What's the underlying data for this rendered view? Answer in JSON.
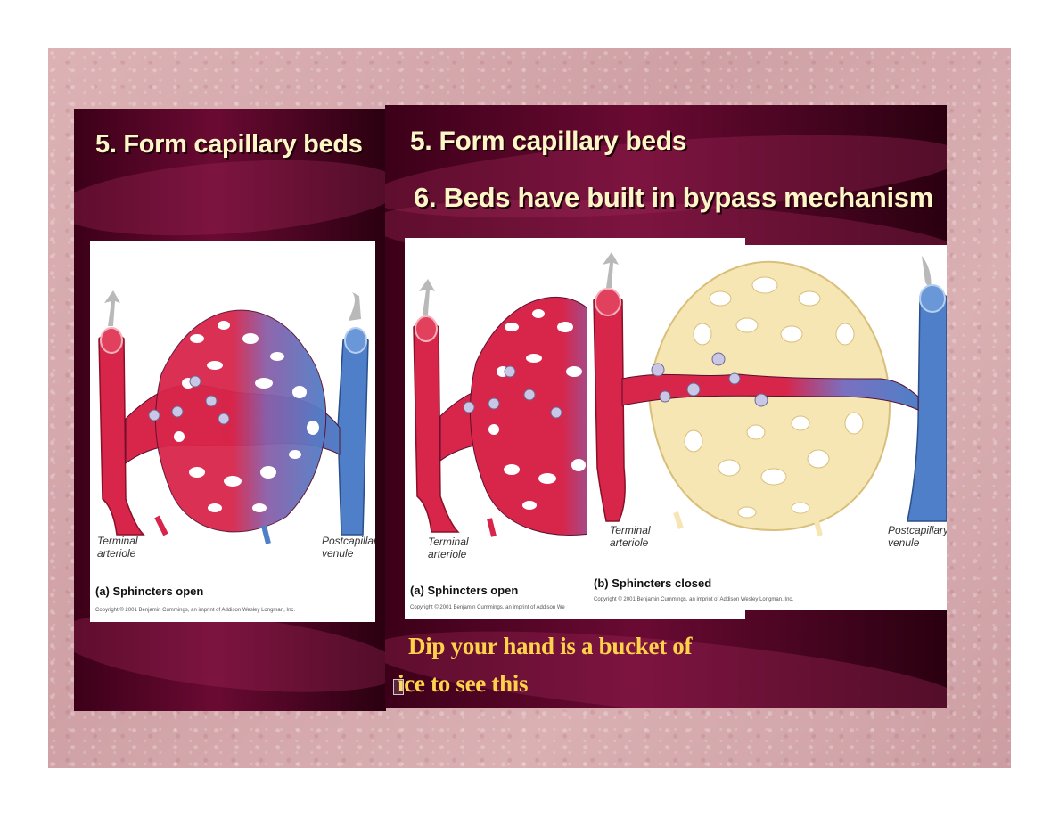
{
  "left_slide": {
    "title": "5. Form capillary beds",
    "figure": {
      "label_left": "Terminal\narteriole",
      "label_right": "Postcapillary\nvenule",
      "caption": "(a)  Sphincters open",
      "copyright": "Copyright © 2001 Benjamin Cummings, an imprint of Addison Wesley Longman, Inc."
    }
  },
  "right_slide": {
    "title1": "5. Form capillary beds",
    "title2": "6. Beds have built in bypass mechanism",
    "figure_a": {
      "label_left": "Terminal\narteriole",
      "caption": "(a)  Sphincters open",
      "copyright": "Copyright © 2001 Benjamin Cummings, an imprint of Addison We"
    },
    "figure_b": {
      "label_left": "Terminal\narteriole",
      "label_right": "Postcapillary\nvenule",
      "caption": "(b)  Sphincters closed",
      "copyright": "Copyright © 2001 Benjamin Cummings, an imprint of Addison Wesley Longman, Inc."
    },
    "note_line1": "Dip your hand is a bucket of",
    "note_line2": "ice to see this"
  },
  "colors": {
    "background": "#d4a7ab",
    "slide_dark": "#4a0320",
    "title_text": "#fff6c8",
    "note_text": "#ffd24a",
    "artery": "#d8254a",
    "vein": "#4f7fc8",
    "closed_bed": "#f6e6b4"
  }
}
